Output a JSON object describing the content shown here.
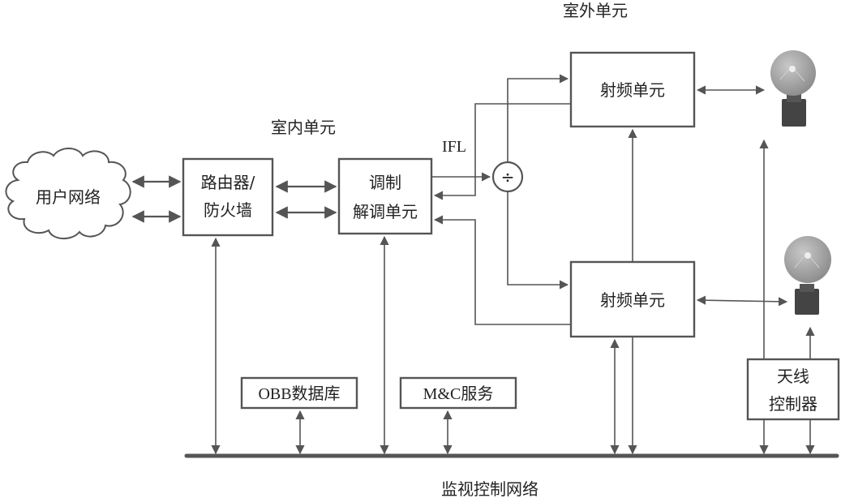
{
  "title_labels": {
    "outdoor_unit": "室外单元",
    "indoor_unit": "室内单元",
    "ifl": "IFL",
    "monitoring_network": "监视控制网络"
  },
  "nodes": {
    "user_network": "用户网络",
    "router_line1": "路由器/",
    "router_line2": "防火墙",
    "modem_line1": "调制",
    "modem_line2": "解调单元",
    "splitter_symbol": "÷",
    "rf_unit_top": "射频单元",
    "rf_unit_bottom": "射频单元",
    "antenna_ctrl_line1": "天线",
    "antenna_ctrl_line2": "控制器",
    "obb_database": "OBB数据库",
    "mc_service": "M&C服务"
  },
  "colors": {
    "line": "#555555",
    "antenna_dish": "#9a9a9a",
    "antenna_base": "#444444"
  }
}
